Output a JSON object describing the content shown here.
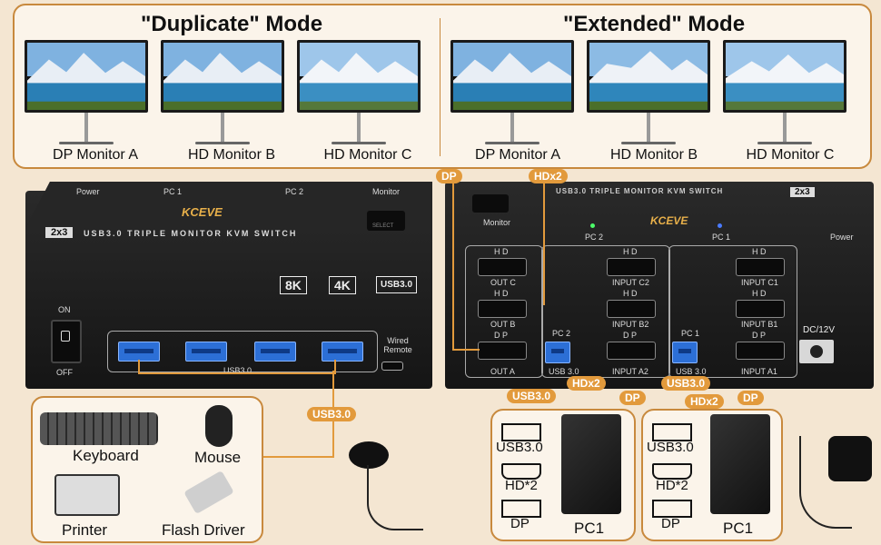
{
  "modes": {
    "duplicate_title": "\"Duplicate\" Mode",
    "extended_title": "\"Extended\" Mode"
  },
  "monitors": {
    "dp_a": "DP Monitor A",
    "hd_b": "HD Monitor B",
    "hd_c": "HD Monitor C"
  },
  "tags": {
    "dp": "DP",
    "hdx2": "HDx2",
    "usb30": "USB3.0"
  },
  "front_device": {
    "logo": "KCEVE",
    "model_badge": "2x3",
    "product_name": "USB3.0 TRIPLE MONITOR KVM SWITCH",
    "badge_8k": "8K",
    "badge_4k": "4K",
    "badge_usb": "USB3.0",
    "select_label": "SELECT",
    "on_label": "ON",
    "off_label": "OFF",
    "usb_caption": "USB3.0",
    "wired_remote_label": "Wired Remote",
    "top_labels": [
      "Power",
      "PC 1",
      "PC 2",
      "Monitor"
    ]
  },
  "rear_device": {
    "model_badge": "2x3",
    "logo": "KCEVE",
    "product_name": "USB3.0 TRIPLE MONITOR KVM SWITCH",
    "top_labels": [
      "Monitor",
      "PC 2",
      "PC 1",
      "Power"
    ],
    "ports": {
      "hd": "H D",
      "dp": "D P",
      "out_c": "OUT C",
      "out_b": "OUT B",
      "out_a": "OUT A",
      "input_c2": "INPUT C2",
      "input_b2": "INPUT B2",
      "input_a2": "INPUT A2",
      "input_c1": "INPUT C1",
      "input_b1": "INPUT B1",
      "input_a1": "INPUT A1",
      "pc2": "PC 2",
      "pc1": "PC 1",
      "usb30": "USB 3.0",
      "dc": "DC/12V"
    }
  },
  "peripherals": {
    "keyboard": "Keyboard",
    "mouse": "Mouse",
    "printer": "Printer",
    "flash": "Flash Driver"
  },
  "pc_groups": [
    {
      "usb": "USB3.0",
      "hd": "HD*2",
      "dp": "DP",
      "name": "PC1"
    },
    {
      "usb": "USB3.0",
      "hd": "HD*2",
      "dp": "DP",
      "name": "PC1"
    }
  ],
  "colors": {
    "accent": "#e29a3c",
    "border": "#c8893d",
    "background": "#f4e6d2",
    "device": "#1f1f1f",
    "usb_blue": "#2c6fd6"
  }
}
